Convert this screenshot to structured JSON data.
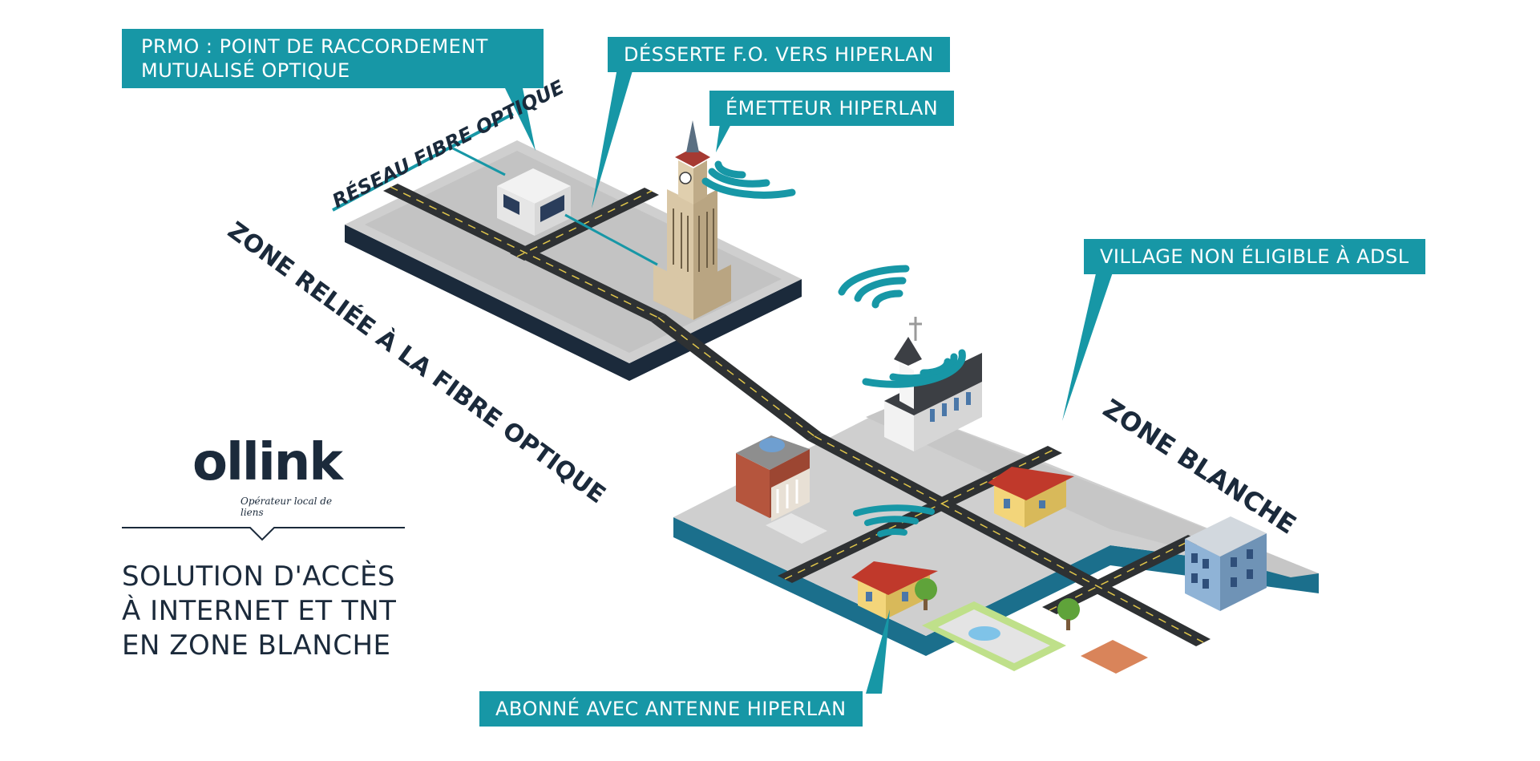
{
  "callouts": {
    "prmo_line1": "PRMO : POINT DE RACCORDEMENT",
    "prmo_line2": "MUTUALISÉ OPTIQUE",
    "desserte": "DÉSSERTE F.O. VERS HIPERLAN",
    "emetteur": "ÉMETTEUR HIPERLAN",
    "village": "VILLAGE NON ÉLIGIBLE À ADSL",
    "abonne": "ABONNÉ AVEC ANTENNE HIPERLAN"
  },
  "labels": {
    "reseau": "RÉSEAU FIBRE OPTIQUE",
    "zone_fibre": "ZONE RELIÉE À LA FIBRE OPTIQUE",
    "zone_blanche": "ZONE BLANCHE"
  },
  "logo": {
    "wordmark": "ollink",
    "tagline": "Opérateur local de liens"
  },
  "solution": {
    "line1": "SOLUTION D'ACCÈS",
    "line2": "À INTERNET ET TNT",
    "line3": "EN ZONE BLANCHE"
  },
  "colors": {
    "accent": "#1797a6",
    "navy": "#1b2a3b",
    "ground": "#c9c9c9",
    "road": "#2e3133",
    "base_side": "#1b2a3b"
  }
}
